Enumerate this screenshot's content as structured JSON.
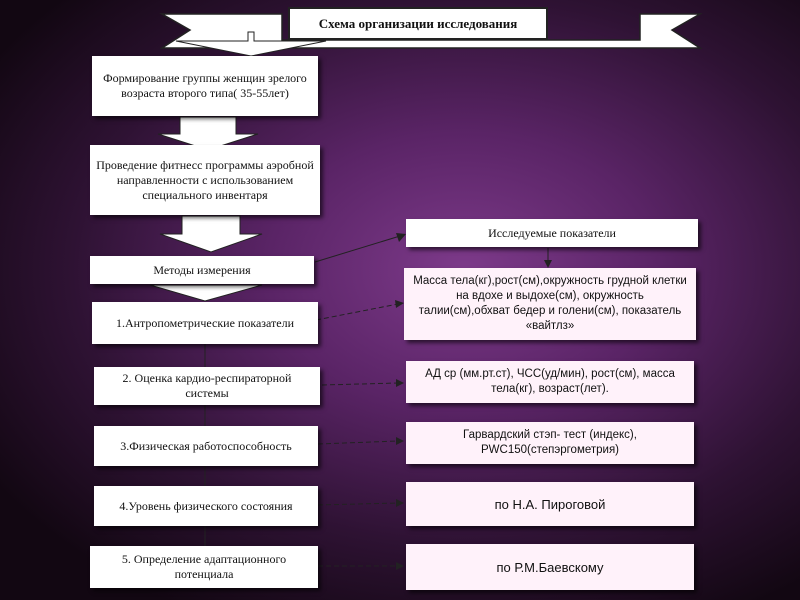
{
  "title": "Схема организации исследования",
  "left": {
    "group": "Формирование группы женщин зрелого возраста второго типа( 35-55лет)",
    "program": "Проведение фитнесс программы аэробной направленности с использованием специального инвентаря",
    "methods": "Методы измерения",
    "items": [
      "1.Антропометрические показатели",
      "2. Оценка кардио-респираторной системы",
      "3.Физическая работоспособность",
      "4.Уровень физического состояния",
      "5. Определение адаптационного потенциала"
    ]
  },
  "right": {
    "header": "Исследуемые показатели",
    "items": [
      "Масса тела(кг),рост(см),окружность грудной клетки на вдохе и выдохе(см), окружность талии(см),обхват бедер и голени(см), показатель «вайтлз»",
      "АД ср (мм.рт.ст), ЧСС(уд/мин), рост(см), масса тела(кг), возраст(лет).",
      "Гарвардский стэп- тест (индекс), PWC150(степэргометрия)",
      "по Н.А. Пироговой",
      "по Р.М.Баевскому"
    ]
  }
}
